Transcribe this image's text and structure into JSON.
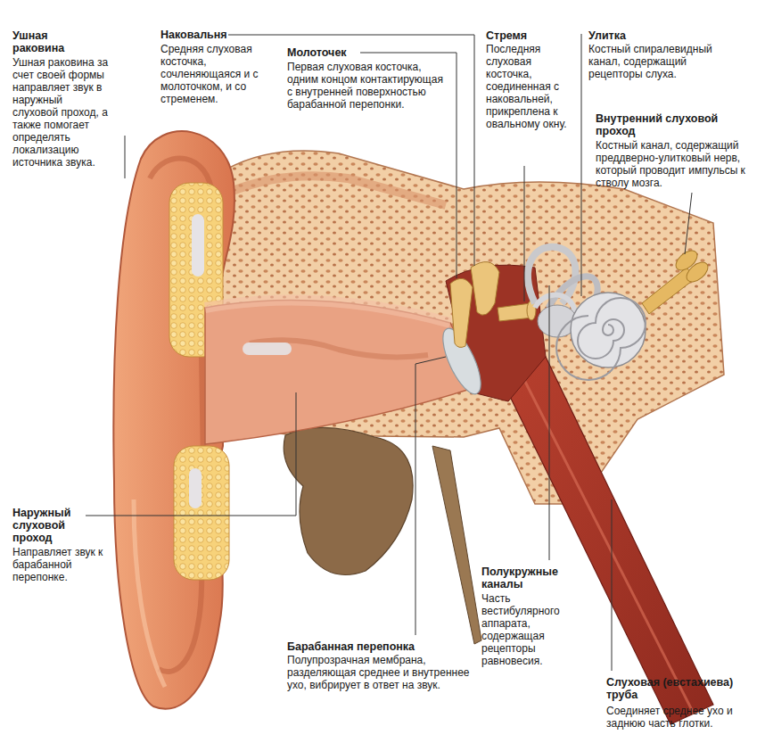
{
  "diagram": {
    "labels": [
      "Ушная раковина",
      "Ушная раковина за счет своей формы направляет звук в наружный слуховой проход, а также помогает определять локализацию источника звука.",
      "Наковальня",
      "Средняя слуховая косточка, сочленяющаяся и с молоточком, и со стременем.",
      "Молоточек",
      "Первая слуховая косточка, одним концом контактирующая с внутренней поверхностью барабанной перепонки.",
      "Стремя",
      "Последняя слуховая косточка, соединенная с наковальней, прикреплена к овальному окну.",
      "Улитка",
      "Костный спиралевидный канал, содержащий рецепторы слуха.",
      "Внутренний слуховой проход",
      "Костный канал, содержащий преддверно-улитковый нерв, который проводит импульсы к стволу мозга.",
      "Наружный слуховой проход",
      "Направляет звук к барабанной перепонке.",
      "Барабанная перепонка",
      "Полупрозрачная мембрана, разделяющая среднее и внутреннее ухо, вибрирует в ответ на звук.",
      "Полукружные каналы",
      "Часть вестибулярного аппарата, содержащая рецепторы равновесия.",
      "Слуховая (евстахиева) труба",
      "Соединяет среднее ухо и заднюю часть глотки."
    ]
  }
}
